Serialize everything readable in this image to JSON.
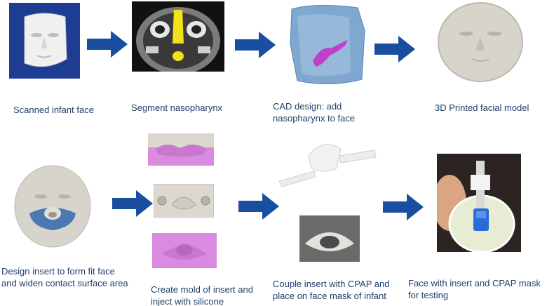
{
  "steps": [
    {
      "id": "scan",
      "caption_lines": [
        "Scanned infant face"
      ]
    },
    {
      "id": "segment",
      "caption_lines": [
        "Segment nasopharynx"
      ]
    },
    {
      "id": "cad",
      "caption_lines": [
        "CAD design: add",
        "nasopharynx to face"
      ]
    },
    {
      "id": "print",
      "caption_lines": [
        "3D Printed facial model"
      ]
    },
    {
      "id": "design-insert",
      "caption_lines": [
        "Design insert to form fit face",
        "and widen contact surface area"
      ]
    },
    {
      "id": "mold",
      "caption_lines": [
        "Create mold of insert and",
        "inject with silicone"
      ]
    },
    {
      "id": "couple",
      "caption_lines": [
        "Couple insert with CPAP and",
        "place on face mask of infant"
      ]
    },
    {
      "id": "test",
      "caption_lines": [
        "Face with insert and CPAP mask",
        "for testing"
      ]
    }
  ],
  "colors": {
    "caption": "#1f3f6b",
    "arrow": "#1a4ea0",
    "scan_bg": "#1f3c93",
    "ct_bg": "#111111",
    "cad_face": "#7fa7cf",
    "nasopharynx": "#c23fc8",
    "printed_face": "#d7d4cb",
    "insert_blue": "#4a78b2",
    "mold_pink": "#d98be0",
    "mold_gray": "#dcd8cf",
    "photo_dark": "#2b2420",
    "cpap_blue": "#2b6bd6"
  },
  "icons": [
    "arrow-right-icon"
  ]
}
